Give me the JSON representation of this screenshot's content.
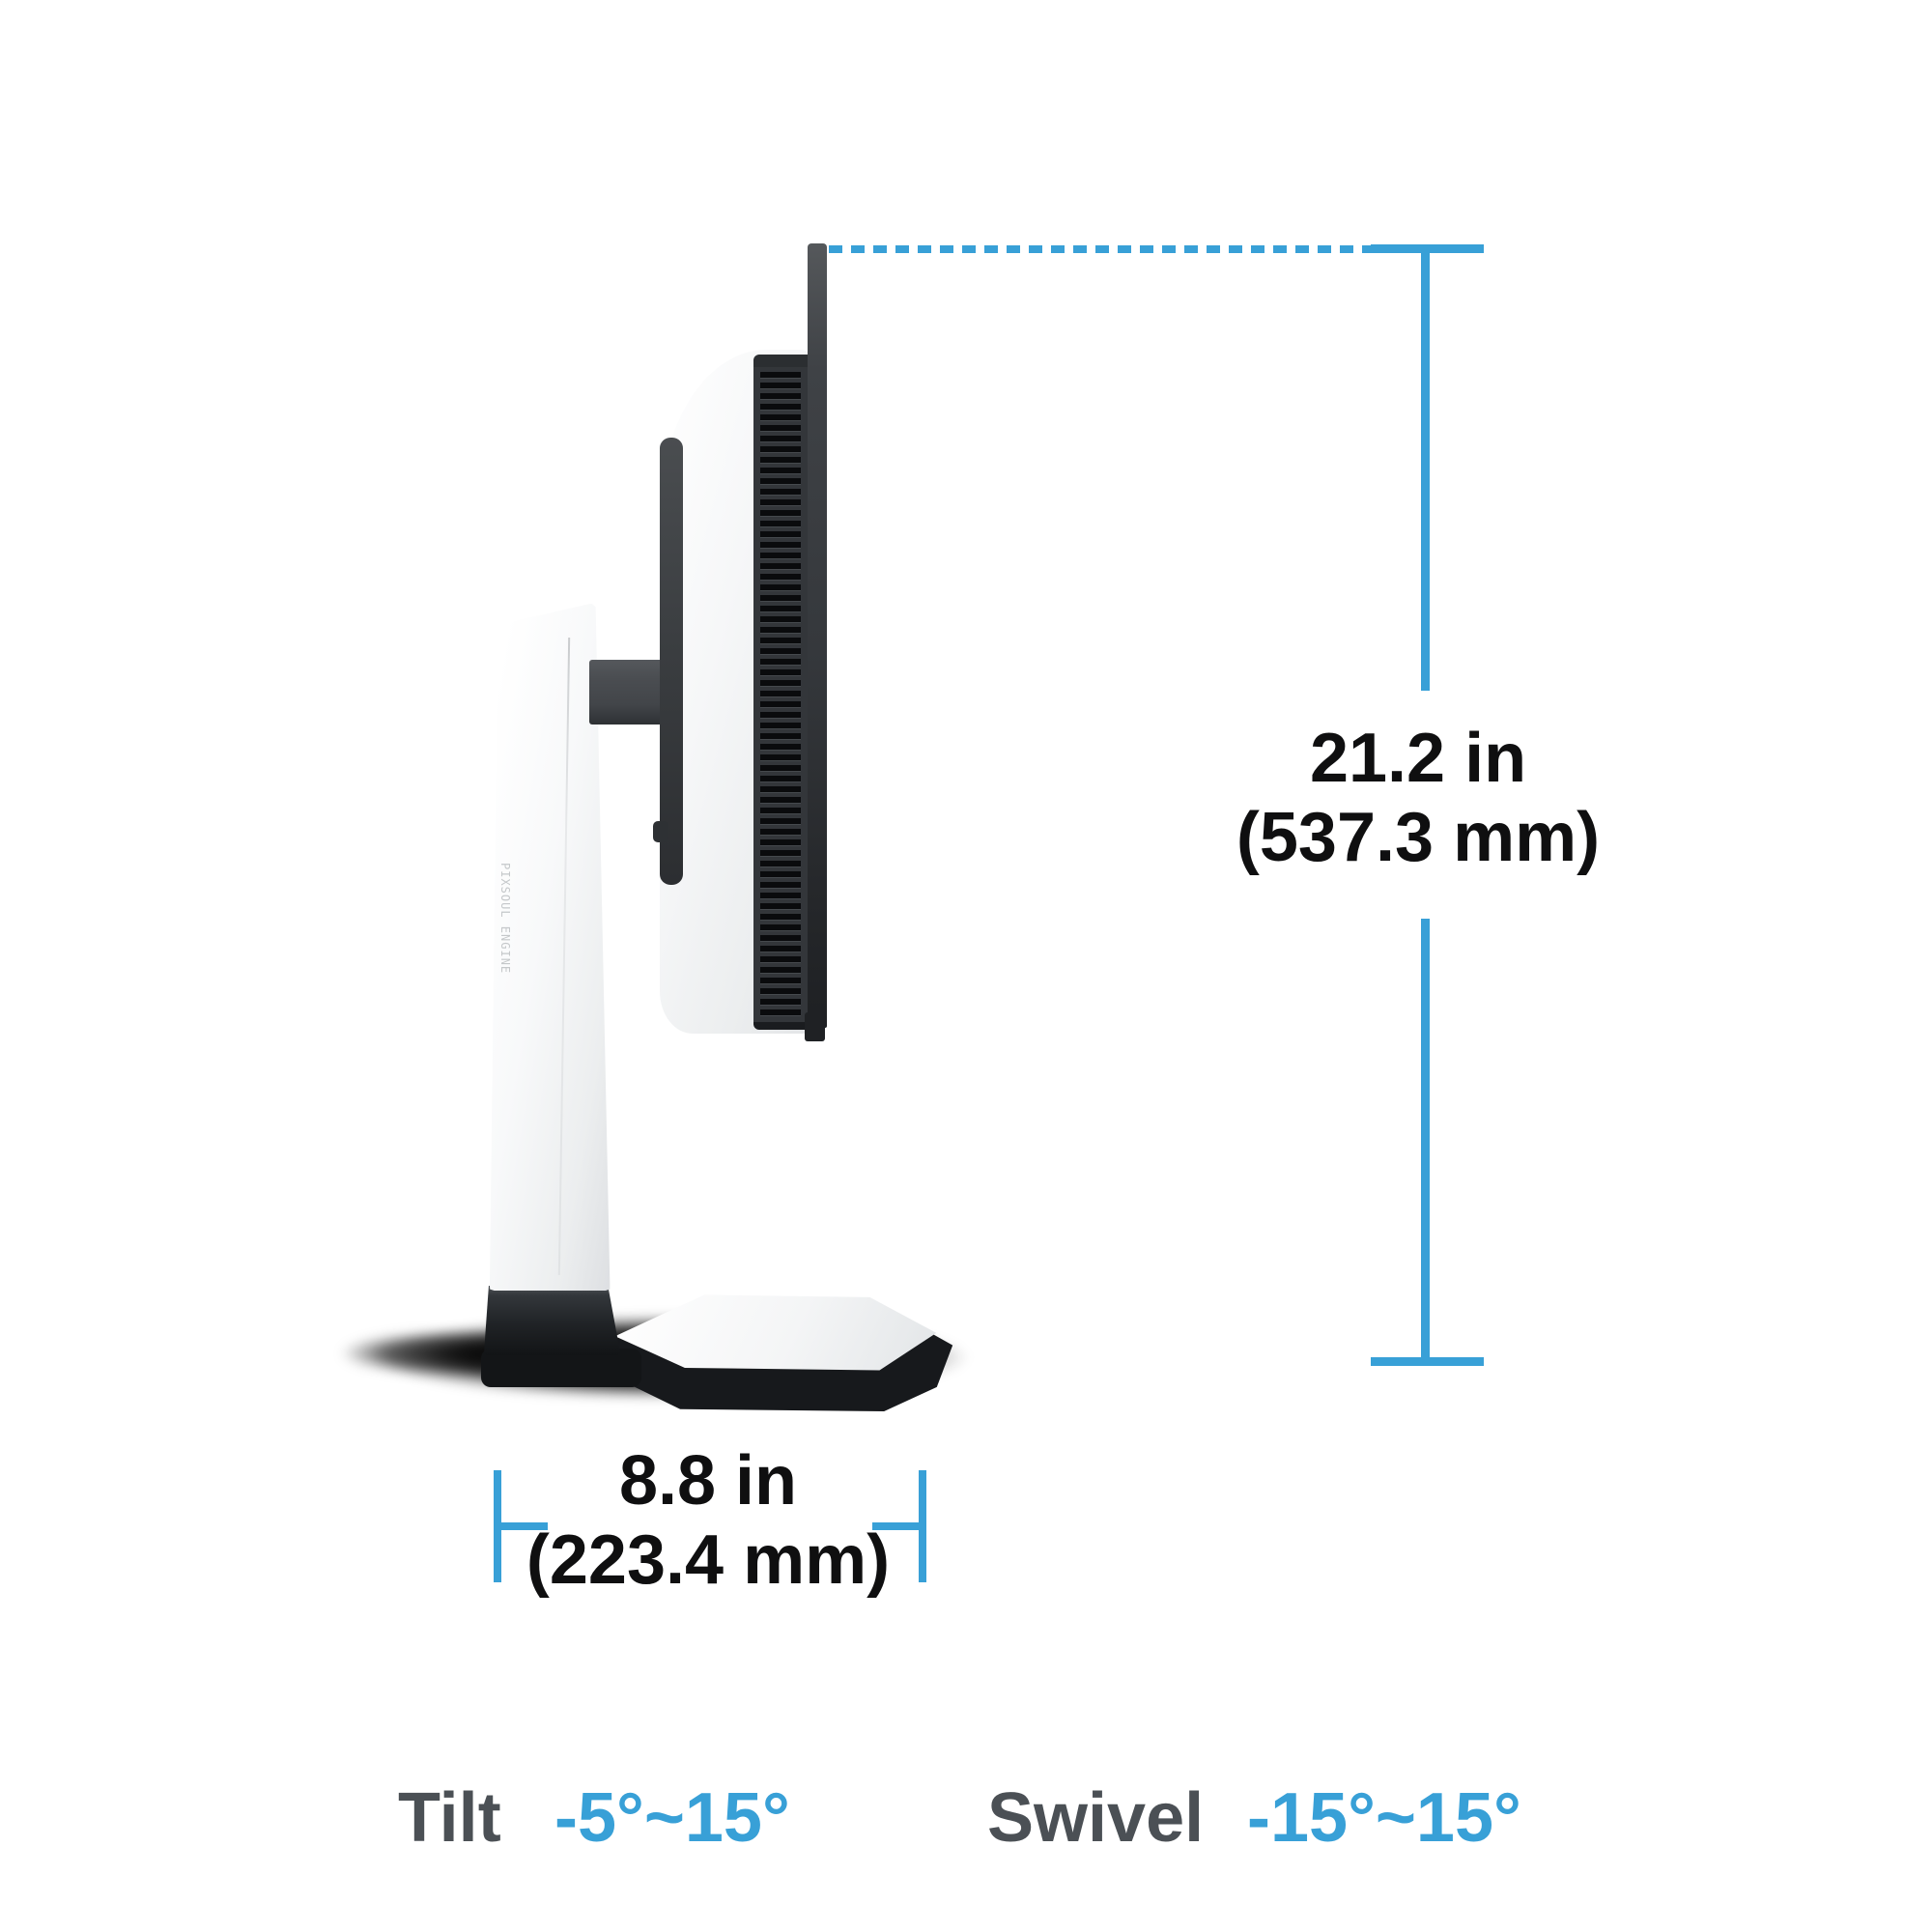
{
  "illustration": {
    "stand_brand_text": "PIXSOUL ENGINE"
  },
  "dimensions": {
    "height_in": "21.2 in",
    "height_mm": "(537.3 mm)",
    "depth_in": "8.8 in",
    "depth_mm": "(223.4 mm)"
  },
  "specs": {
    "tilt_label": "Tilt",
    "tilt_value": "-5°~15°",
    "swivel_label": "Swivel",
    "swivel_value": "-15°~15°"
  },
  "colors": {
    "accent_blue": "#38a0d7",
    "dimension_text": "#0f0f10",
    "spec_label_gray": "#4b5055",
    "monitor_dark": "#2b2e31",
    "monitor_white": "#f4f5f6"
  }
}
